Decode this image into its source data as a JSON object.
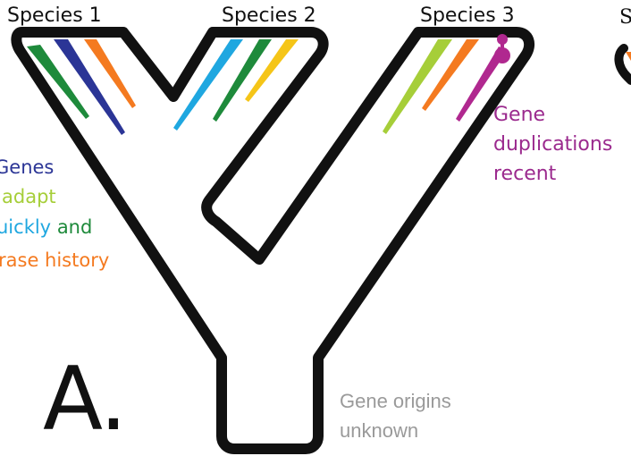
{
  "species": [
    "Species 1",
    "Species 2",
    "Species 3"
  ],
  "right_cut_label": "S",
  "left_text": {
    "line1": "Genes",
    "line2": "adapt",
    "line3a": "uickly",
    "line3b": "and",
    "line4": "rase history"
  },
  "gene_duplications": [
    "Gene",
    "duplications",
    "recent"
  ],
  "gene_origins": [
    "Gene origins",
    "unknown"
  ],
  "panel_label": "A.",
  "colors": {
    "outline": "#111111",
    "green": "#1e8a3b",
    "blue": "#2b3596",
    "orange": "#f47a20",
    "sky": "#1fa7e0",
    "yellow": "#f5c518",
    "lime": "#a6ce39",
    "magenta": "#b0288f",
    "purple_text": "#9b2a8e",
    "gray_text": "#9a9a9a"
  }
}
